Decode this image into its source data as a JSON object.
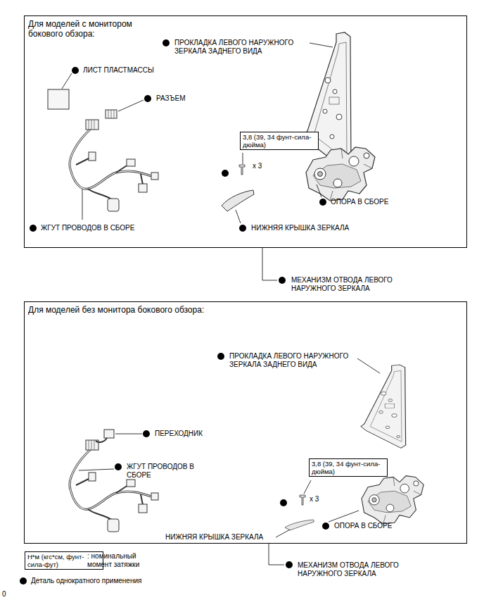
{
  "diagram": {
    "nodes": [
      {
        "text": [
          "Для моделей с монитором бокового обзора:"
        ]
      },
      {
        "text": [
          "3,8 (39, 34 фунт-сила-дюйма)"
        ],
        "in": 0
      },
      {
        "text": [
          "Для моделей без монитора бокового обзора:"
        ]
      },
      {
        "text": [
          "3,8 (39, 34 фунт-сила-дюйма)"
        ],
        "in": 2
      },
      {
        "text": [
          "Н*м (кгс*см, фунт-сила-фут)"
        ]
      }
    ],
    "labels": [
      "ПРОКЛАДКА ЛЕВОГО НАРУЖНОГО ЗЕРКАЛА ЗАДНЕГО ВИДА",
      "ЛИСТ ПЛАСТМАССЫ",
      "РАЗЪЕМ",
      "x 3",
      "ОПОРА В СБОРЕ",
      "ЖГУТ ПРОВОДОВ В СБОРЕ",
      "НИЖНЯЯ КРЫШКА ЗЕРКАЛА",
      "МЕХАНИЗМ ОТВОДА ЛЕВОГО НАРУЖНОГО ЗЕРКАЛА",
      "ПРОКЛАДКА ЛЕВОГО НАРУЖНОГО ЗЕРКАЛА ЗАДНЕГО ВИДА",
      "ПЕРЕХОДНИК",
      "ЖГУТ ПРОВОДОВ В СБОРЕ",
      "x 3",
      "ОПОРА В СБОРЕ",
      "НИЖНЯЯ КРЫШКА ЗЕРКАЛА",
      "МЕХАНИЗМ ОТВОДА ЛЕВОГО НАРУЖНОГО ЗЕРКАЛА",
      "0"
    ],
    "legend": [
      {
        "text": ": номинальный момент затяжки"
      },
      {
        "text": "Деталь однократного применения"
      }
    ]
  }
}
